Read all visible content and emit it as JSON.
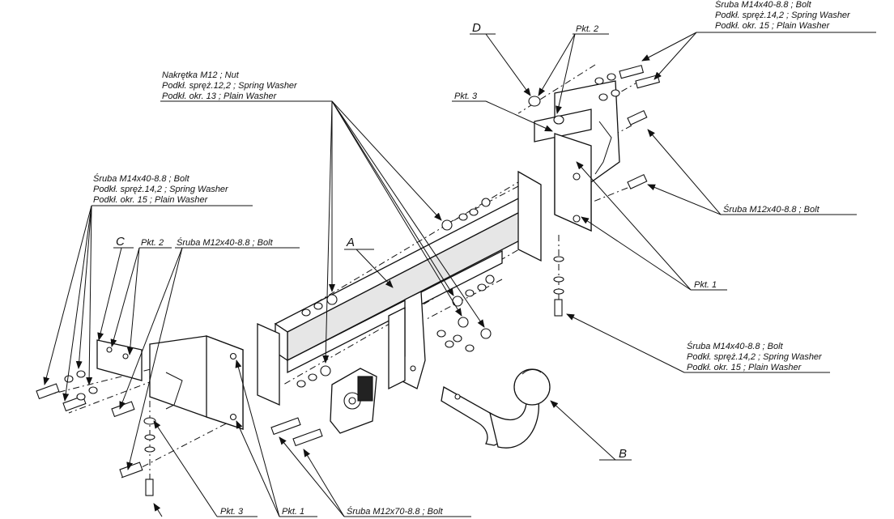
{
  "labels": {
    "top_right_bolt": [
      "Śruba M14x40-8.8 ;  Bolt",
      "Podkł. spręż.14,2 ; Spring Washer",
      "Podkł. okr. 15 ; Plain Washer"
    ],
    "top_nut": [
      "Nakrętka  M12 ; Nut",
      "Podkł. spręż.12,2 ; Spring Washer",
      "Podkł. okr. 13 ; Plain Washer"
    ],
    "left_bolt": [
      "Śruba M14x40-8.8 ;  Bolt",
      "Podkł. spręż.14,2 ; Spring Washer",
      "Podkł. okr. 15 ; Plain Washer"
    ],
    "bottom_right_bolt": [
      "Śruba M14x40-8.8 ;  Bolt",
      "Podkł. spręż.14,2 ; Spring Washer",
      "Podkł. okr. 15 ; Plain Washer"
    ],
    "bolt_m12_right": "Śruba M12x40-8.8 ;  Bolt",
    "bolt_m12_left": "Śruba M12x40-8.8 ;  Bolt",
    "bolt_m12x70": "Śruba M12x70-8.8   ;  Bolt",
    "pkt1_right": "Pkt. 1",
    "pkt1_bottom": "Pkt. 1",
    "pkt2_top": "Pkt. 2",
    "pkt2_left": "Pkt. 2",
    "pkt3_top": "Pkt. 3",
    "pkt3_bottom": "Pkt. 3",
    "letter_a": "A",
    "letter_b": "B",
    "letter_c": "C",
    "letter_d": "D"
  }
}
